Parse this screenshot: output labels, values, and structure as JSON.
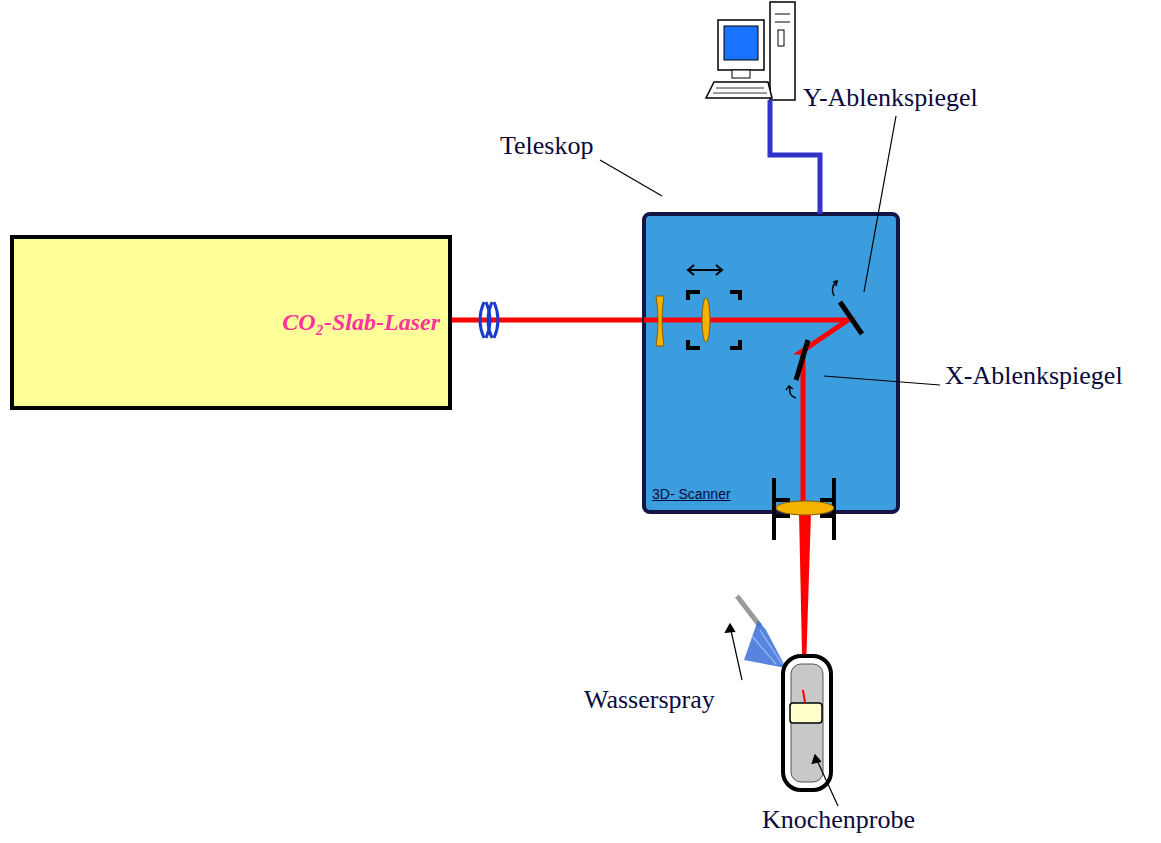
{
  "diagram": {
    "nodes": [
      {
        "text": [
          "CO₂-Slab-Laser"
        ]
      },
      {
        "text": [
          "3D- Scanner"
        ]
      }
    ],
    "edges": [
      {
        "from": 0,
        "to": 1,
        "arrow": "none"
      }
    ],
    "labels": [
      "Teleskop",
      "Y-Ablenkspiegel",
      "X-Ablenkspiegel",
      "Wasserspray",
      "Knochenprobe"
    ]
  }
}
